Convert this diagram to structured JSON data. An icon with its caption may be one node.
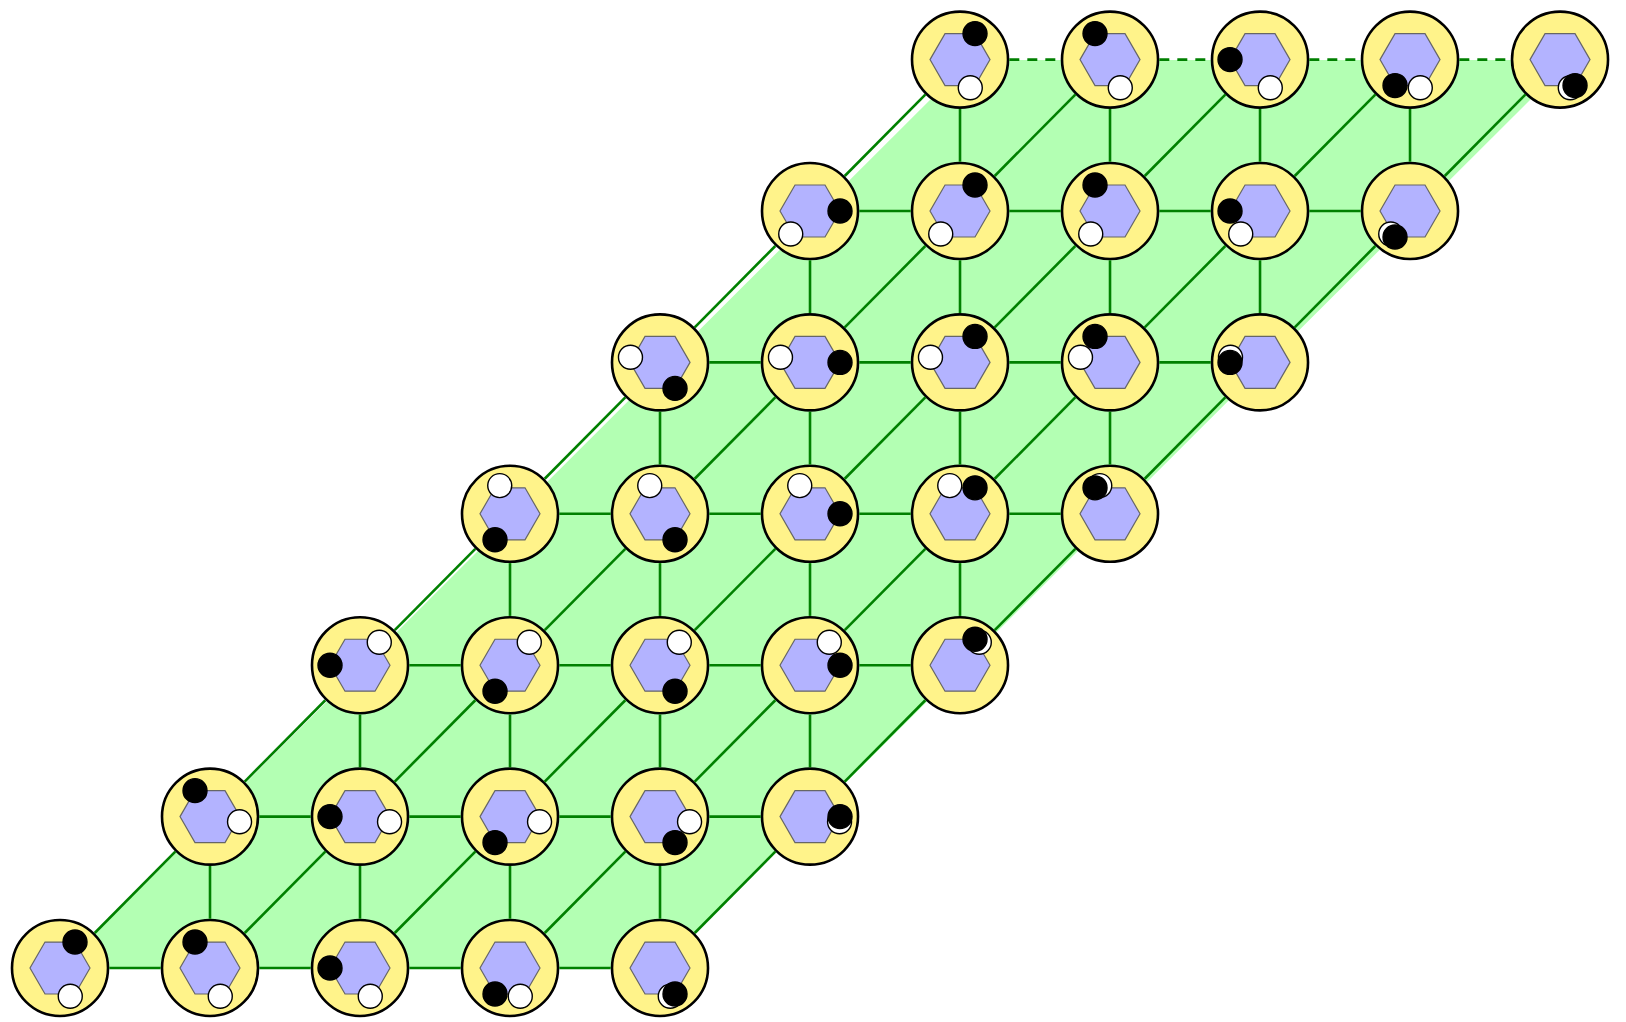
{
  "diagram": {
    "nodes": [
      {
        "text": [],
        "shape": "circle"
      },
      {
        "text": [],
        "shape": "circle"
      },
      {
        "text": [],
        "shape": "circle"
      },
      {
        "text": [],
        "shape": "circle"
      },
      {
        "text": [],
        "shape": "circle"
      },
      {
        "text": [],
        "shape": "circle"
      },
      {
        "text": [],
        "shape": "circle"
      },
      {
        "text": [],
        "shape": "circle"
      },
      {
        "text": [],
        "shape": "circle"
      },
      {
        "text": [],
        "shape": "circle"
      },
      {
        "text": [],
        "shape": "circle"
      },
      {
        "text": [],
        "shape": "circle"
      },
      {
        "text": [],
        "shape": "circle"
      },
      {
        "text": [],
        "shape": "circle"
      },
      {
        "text": [],
        "shape": "circle"
      },
      {
        "text": [],
        "shape": "circle"
      },
      {
        "text": [],
        "shape": "circle"
      },
      {
        "text": [],
        "shape": "circle"
      },
      {
        "text": [],
        "shape": "circle"
      },
      {
        "text": [],
        "shape": "circle"
      },
      {
        "text": [],
        "shape": "circle"
      },
      {
        "text": [],
        "shape": "circle"
      },
      {
        "text": [],
        "shape": "circle"
      },
      {
        "text": [],
        "shape": "circle"
      },
      {
        "text": [],
        "shape": "circle"
      },
      {
        "text": [],
        "shape": "circle"
      },
      {
        "text": [],
        "shape": "circle"
      },
      {
        "text": [],
        "shape": "circle"
      },
      {
        "text": [],
        "shape": "circle"
      },
      {
        "text": [],
        "shape": "circle"
      },
      {
        "text": [],
        "shape": "circle"
      },
      {
        "text": [],
        "shape": "circle"
      },
      {
        "text": [],
        "shape": "circle"
      },
      {
        "text": [],
        "shape": "circle"
      },
      {
        "text": [],
        "shape": "circle"
      }
    ],
    "edges": [
      {
        "from": 0,
        "to": 1,
        "arrow": "none",
        "style": "dashed"
      },
      {
        "from": 1,
        "to": 2,
        "arrow": "none",
        "style": "dashed"
      },
      {
        "from": 2,
        "to": 3,
        "arrow": "none",
        "style": "dashed"
      },
      {
        "from": 3,
        "to": 4,
        "arrow": "none",
        "style": "dashed"
      },
      {
        "from": 5,
        "to": 6,
        "arrow": "none"
      },
      {
        "from": 6,
        "to": 7,
        "arrow": "none"
      },
      {
        "from": 7,
        "to": 8,
        "arrow": "none"
      },
      {
        "from": 8,
        "to": 9,
        "arrow": "none"
      },
      {
        "from": 10,
        "to": 11,
        "arrow": "none"
      },
      {
        "from": 11,
        "to": 12,
        "arrow": "none"
      },
      {
        "from": 12,
        "to": 13,
        "arrow": "none"
      },
      {
        "from": 13,
        "to": 14,
        "arrow": "none"
      },
      {
        "from": 15,
        "to": 16,
        "arrow": "none"
      },
      {
        "from": 16,
        "to": 17,
        "arrow": "none"
      },
      {
        "from": 17,
        "to": 18,
        "arrow": "none"
      },
      {
        "from": 18,
        "to": 19,
        "arrow": "none"
      },
      {
        "from": 20,
        "to": 21,
        "arrow": "none"
      },
      {
        "from": 21,
        "to": 22,
        "arrow": "none"
      },
      {
        "from": 22,
        "to": 23,
        "arrow": "none"
      },
      {
        "from": 23,
        "to": 24,
        "arrow": "none"
      },
      {
        "from": 25,
        "to": 26,
        "arrow": "none"
      },
      {
        "from": 26,
        "to": 27,
        "arrow": "none"
      },
      {
        "from": 27,
        "to": 28,
        "arrow": "none"
      },
      {
        "from": 28,
        "to": 29,
        "arrow": "none"
      },
      {
        "from": 30,
        "to": 31,
        "arrow": "none"
      },
      {
        "from": 31,
        "to": 32,
        "arrow": "none"
      },
      {
        "from": 32,
        "to": 33,
        "arrow": "none"
      },
      {
        "from": 33,
        "to": 34,
        "arrow": "none"
      },
      {
        "from": 0,
        "to": 6,
        "arrow": "none"
      },
      {
        "from": 1,
        "to": 7,
        "arrow": "none"
      },
      {
        "from": 2,
        "to": 8,
        "arrow": "none"
      },
      {
        "from": 3,
        "to": 9,
        "arrow": "none"
      },
      {
        "from": 5,
        "to": 11,
        "arrow": "none"
      },
      {
        "from": 6,
        "to": 12,
        "arrow": "none"
      },
      {
        "from": 7,
        "to": 13,
        "arrow": "none"
      },
      {
        "from": 8,
        "to": 14,
        "arrow": "none"
      },
      {
        "from": 10,
        "to": 16,
        "arrow": "none"
      },
      {
        "from": 11,
        "to": 17,
        "arrow": "none"
      },
      {
        "from": 12,
        "to": 18,
        "arrow": "none"
      },
      {
        "from": 13,
        "to": 19,
        "arrow": "none"
      },
      {
        "from": 15,
        "to": 21,
        "arrow": "none"
      },
      {
        "from": 16,
        "to": 22,
        "arrow": "none"
      },
      {
        "from": 17,
        "to": 23,
        "arrow": "none"
      },
      {
        "from": 18,
        "to": 24,
        "arrow": "none"
      },
      {
        "from": 20,
        "to": 26,
        "arrow": "none"
      },
      {
        "from": 21,
        "to": 27,
        "arrow": "none"
      },
      {
        "from": 22,
        "to": 28,
        "arrow": "none"
      },
      {
        "from": 23,
        "to": 29,
        "arrow": "none"
      },
      {
        "from": 25,
        "to": 31,
        "arrow": "none"
      },
      {
        "from": 26,
        "to": 32,
        "arrow": "none"
      },
      {
        "from": 27,
        "to": 33,
        "arrow": "none"
      },
      {
        "from": 28,
        "to": 34,
        "arrow": "none"
      },
      {
        "from": 0,
        "to": 5,
        "arrow": "none"
      },
      {
        "from": 1,
        "to": 6,
        "arrow": "none"
      },
      {
        "from": 2,
        "to": 7,
        "arrow": "none"
      },
      {
        "from": 3,
        "to": 8,
        "arrow": "none"
      },
      {
        "from": 4,
        "to": 9,
        "arrow": "none"
      },
      {
        "from": 5,
        "to": 10,
        "arrow": "none"
      },
      {
        "from": 6,
        "to": 11,
        "arrow": "none"
      },
      {
        "from": 7,
        "to": 12,
        "arrow": "none"
      },
      {
        "from": 8,
        "to": 13,
        "arrow": "none"
      },
      {
        "from": 9,
        "to": 14,
        "arrow": "none"
      },
      {
        "from": 10,
        "to": 15,
        "arrow": "none"
      },
      {
        "from": 11,
        "to": 16,
        "arrow": "none"
      },
      {
        "from": 12,
        "to": 17,
        "arrow": "none"
      },
      {
        "from": 13,
        "to": 18,
        "arrow": "none"
      },
      {
        "from": 14,
        "to": 19,
        "arrow": "none"
      },
      {
        "from": 15,
        "to": 20,
        "arrow": "none"
      },
      {
        "from": 16,
        "to": 21,
        "arrow": "none"
      },
      {
        "from": 17,
        "to": 22,
        "arrow": "none"
      },
      {
        "from": 18,
        "to": 23,
        "arrow": "none"
      },
      {
        "from": 19,
        "to": 24,
        "arrow": "none"
      },
      {
        "from": 20,
        "to": 25,
        "arrow": "none"
      },
      {
        "from": 21,
        "to": 26,
        "arrow": "none"
      },
      {
        "from": 22,
        "to": 27,
        "arrow": "none"
      },
      {
        "from": 23,
        "to": 28,
        "arrow": "none"
      },
      {
        "from": 24,
        "to": 29,
        "arrow": "none"
      },
      {
        "from": 25,
        "to": 30,
        "arrow": "none"
      },
      {
        "from": 26,
        "to": 31,
        "arrow": "none"
      },
      {
        "from": 27,
        "to": 32,
        "arrow": "none"
      },
      {
        "from": 28,
        "to": 33,
        "arrow": "none"
      },
      {
        "from": 29,
        "to": 34,
        "arrow": "none"
      }
    ]
  }
}
